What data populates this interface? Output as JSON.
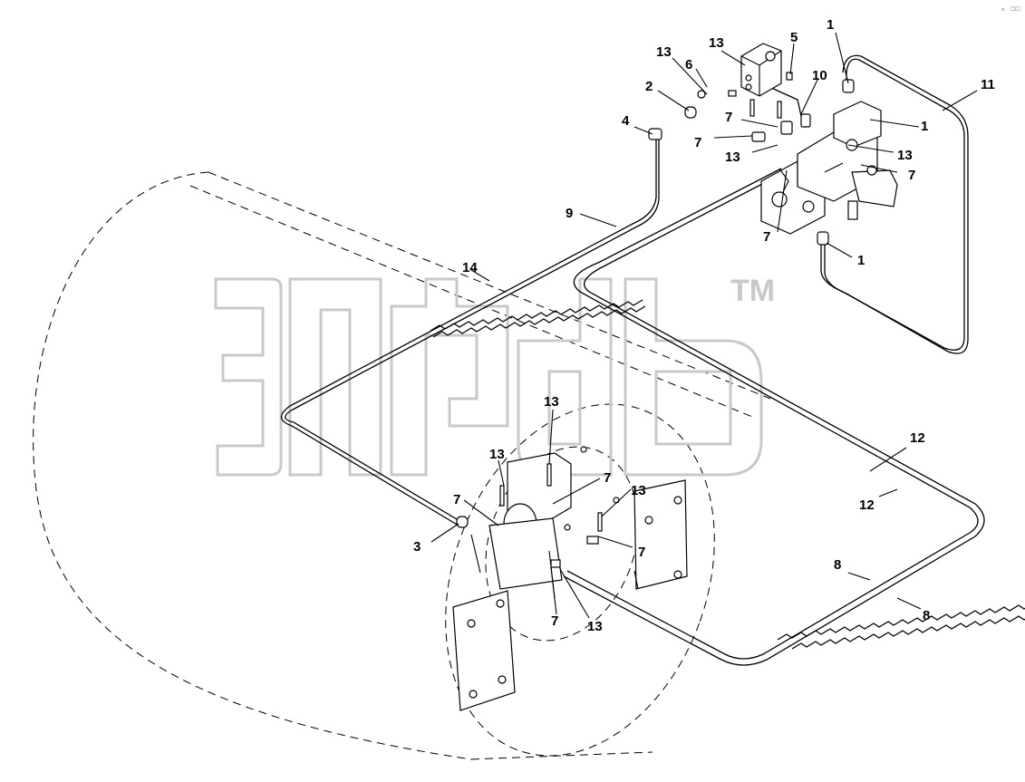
{
  "watermark": {
    "tm": "TM"
  },
  "corner_mark": "ₒ ☐☐",
  "callouts": {
    "c1a": "1",
    "c1b": "1",
    "c1c": "1",
    "c2": "2",
    "c3": "3",
    "c4": "4",
    "c5": "5",
    "c6": "6",
    "c7a": "7",
    "c7b": "7",
    "c7c": "7",
    "c7d": "7",
    "c7e": "7",
    "c7f": "7",
    "c7g": "7",
    "c7h": "7",
    "c8a": "8",
    "c8b": "8",
    "c9": "9",
    "c10": "10",
    "c11": "11",
    "c12a": "12",
    "c12b": "12",
    "c13a": "13",
    "c13b": "13",
    "c13c": "13",
    "c13d": "13",
    "c13e": "13",
    "c13f": "13",
    "c13g": "13",
    "c13h": "13",
    "c14": "14"
  }
}
